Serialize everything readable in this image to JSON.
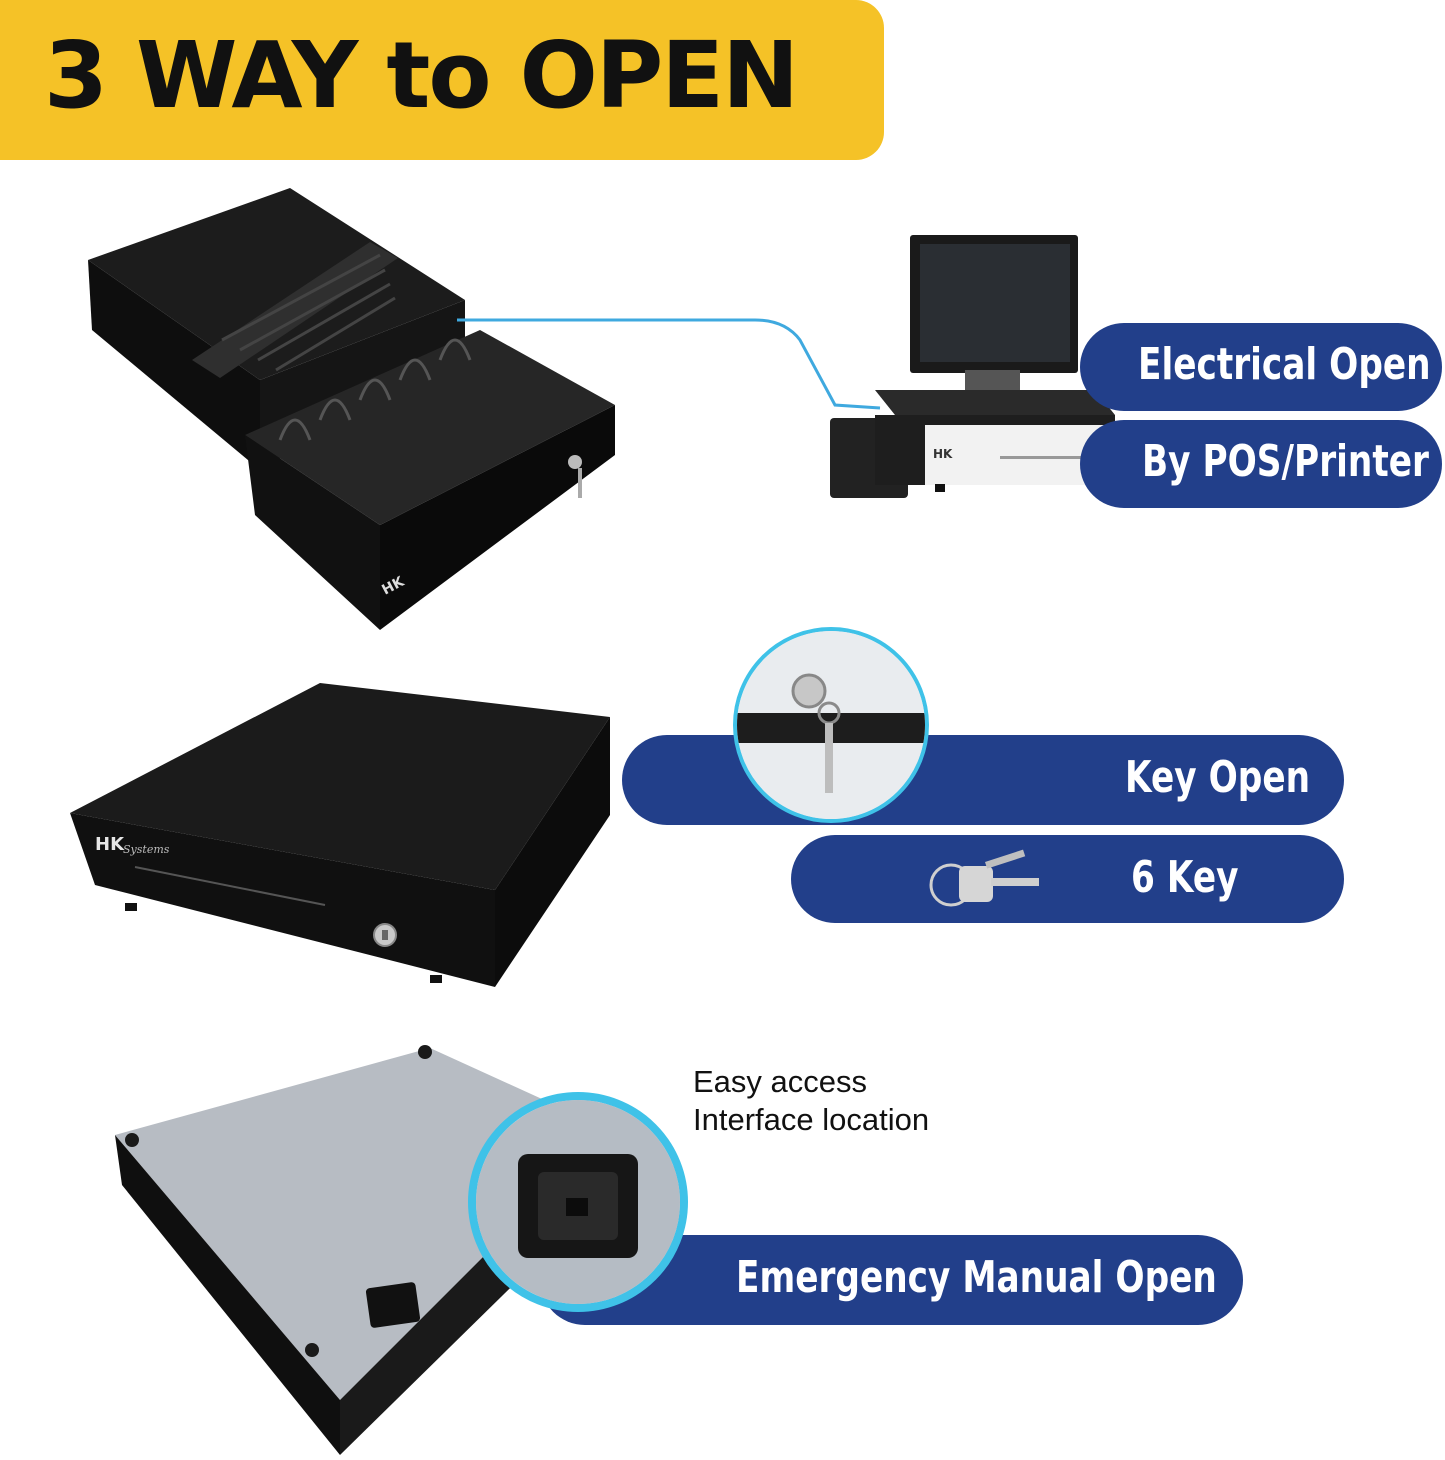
{
  "header": {
    "title": "3 WAY to OPEN"
  },
  "electrical": {
    "line1": "Electrical Open",
    "line2": "By POS/Printer"
  },
  "key": {
    "line1": "Key Open",
    "line2": "6 Key"
  },
  "emergency": {
    "caption1": "Easy access",
    "caption2": "Interface location",
    "label": "Emergency Manual Open"
  },
  "brand": {
    "logo_text": "HK Systems"
  },
  "colors": {
    "banner": "#f5c227",
    "pill": "#223f8a",
    "ring": "#3fc2e8",
    "connector": "#3fa9df"
  }
}
